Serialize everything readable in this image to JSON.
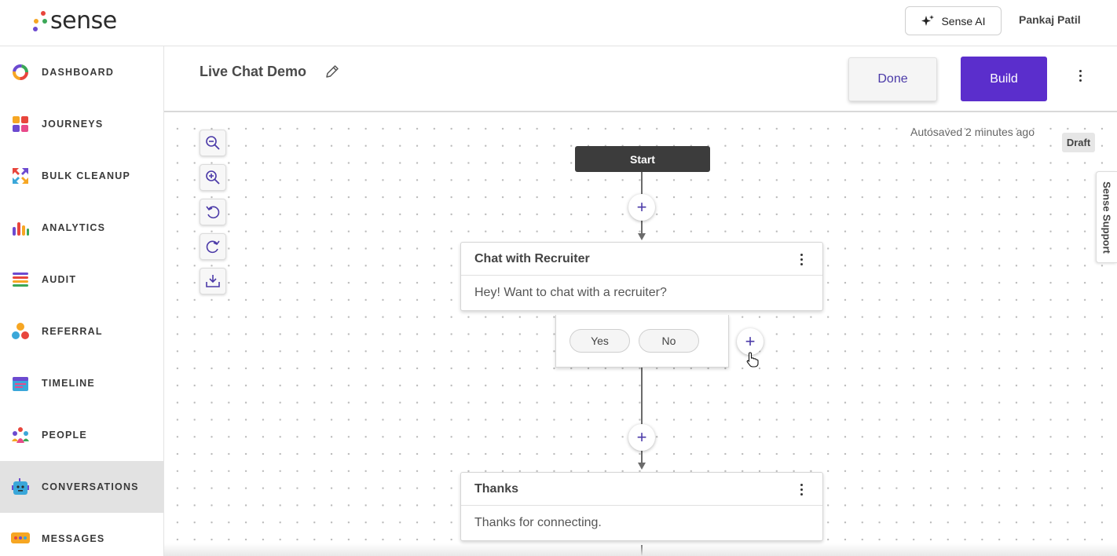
{
  "app": {
    "logo_text": "sense",
    "ai_button_label": "Sense AI",
    "user_name": "Pankaj Patil"
  },
  "sidebar": {
    "items": [
      {
        "label": "DASHBOARD",
        "icon": "dashboard-ring-icon",
        "active": false
      },
      {
        "label": "JOURNEYS",
        "icon": "journeys-grid-icon",
        "active": false
      },
      {
        "label": "BULK CLEANUP",
        "icon": "bulk-cleanup-arrows-icon",
        "active": false
      },
      {
        "label": "ANALYTICS",
        "icon": "analytics-bars-icon",
        "active": false
      },
      {
        "label": "AUDIT",
        "icon": "audit-list-icon",
        "active": false
      },
      {
        "label": "REFERRAL",
        "icon": "referral-dots-icon",
        "active": false
      },
      {
        "label": "TIMELINE",
        "icon": "timeline-calendar-icon",
        "active": false
      },
      {
        "label": "PEOPLE",
        "icon": "people-group-icon",
        "active": false
      },
      {
        "label": "CONVERSATIONS",
        "icon": "conversations-bot-icon",
        "active": true
      },
      {
        "label": "MESSAGES",
        "icon": "messages-bubble-icon",
        "active": false
      }
    ]
  },
  "header": {
    "title": "Live Chat Demo",
    "done_label": "Done",
    "build_label": "Build"
  },
  "canvas": {
    "autosaved_text": "Autosaved 2 minutes ago",
    "status_badge": "Draft",
    "support_tab_label": "Sense Support",
    "start_label": "Start",
    "plus_symbol": "+",
    "nodes": [
      {
        "title": "Chat with Recruiter",
        "message": "Hey! Want to chat with a recruiter?"
      },
      {
        "title": "Thanks",
        "message": "Thanks for connecting."
      }
    ],
    "options": [
      "Yes",
      "No"
    ]
  },
  "colors": {
    "brand_purple": "#5b2ecc",
    "accent_text": "#4b3aa8",
    "start_node": "#3c3c3c",
    "active_nav": "#e2e2e2"
  }
}
